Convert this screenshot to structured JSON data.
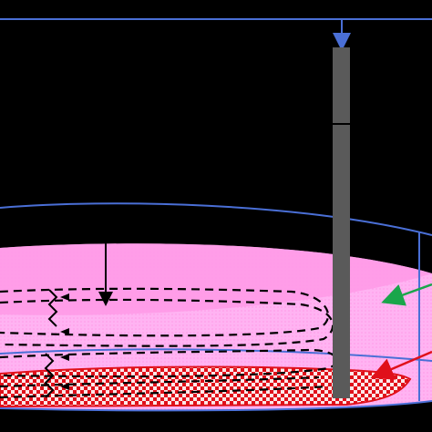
{
  "diagram": {
    "background_color": "#000000",
    "outline_color": "#4a6fd6",
    "liquid_color": "#ffb3f2",
    "liquid_top_color": "#ff99e6",
    "bottom_layer_color": "#e0101a",
    "bottom_layer_pattern_color": "#ffffff",
    "probe_color": "#5a5a5a",
    "flow_line_color": "#000000",
    "arrow_green_color": "#1aa64b",
    "arrow_red_color": "#e0101a",
    "components": [
      "container-outline",
      "liquid-layer",
      "bottom-layer",
      "probe",
      "flow-lines",
      "pointer-arrows"
    ]
  }
}
